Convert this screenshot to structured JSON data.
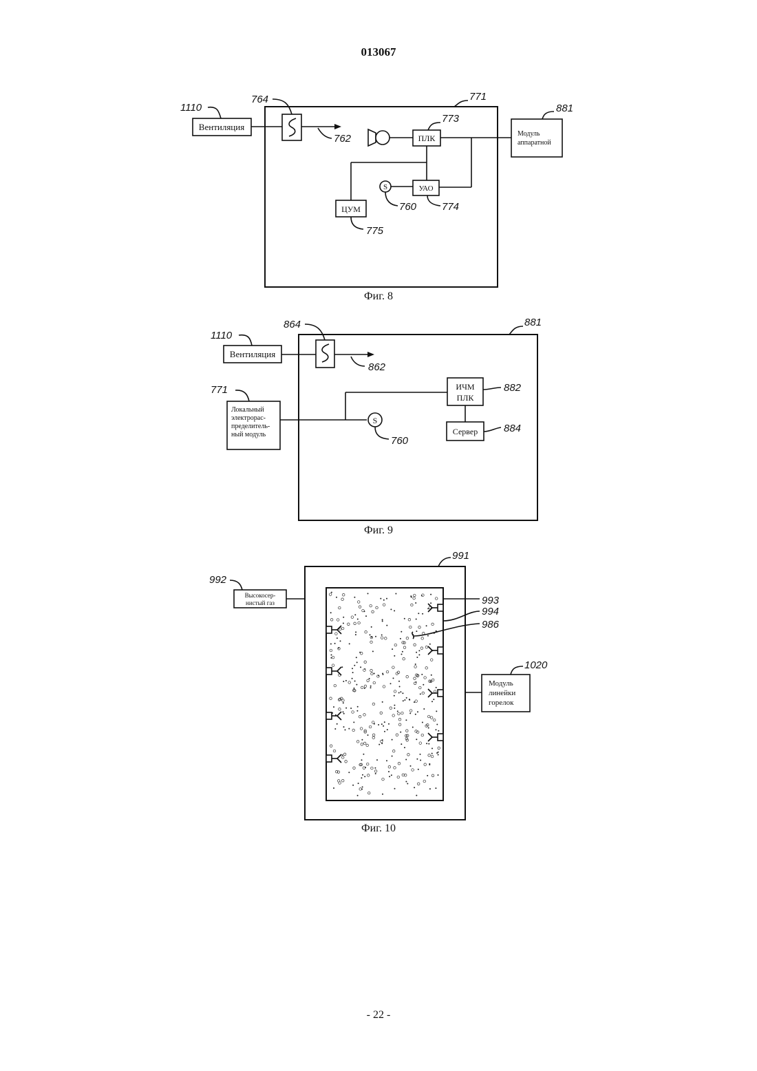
{
  "header": "013067",
  "page_number": "- 22 -",
  "fig8": {
    "caption": "Фиг. 8",
    "refs": {
      "r1110": "1110",
      "r764": "764",
      "r771": "771",
      "r773": "773",
      "r881": "881",
      "r762": "762",
      "r760": "760",
      "r774": "774",
      "r775": "775"
    },
    "boxes": {
      "ventilation": "Вентиляция",
      "plc": "ПЛК",
      "uao": "УАО",
      "cum": "ЦУМ",
      "module_1": "Модуль",
      "module_2": "аппаратной",
      "sensor": "S"
    }
  },
  "fig9": {
    "caption": "Фиг. 9",
    "refs": {
      "r1110": "1110",
      "r864": "864",
      "r881": "881",
      "r862": "862",
      "r771": "771",
      "r882": "882",
      "r884": "884",
      "r760": "760"
    },
    "boxes": {
      "ventilation": "Вентиляция",
      "local_1": "Локальный",
      "local_2": "электрорас-",
      "local_3": "пределитель-",
      "local_4": "ный модуль",
      "hmi_1": "ИЧМ",
      "hmi_2": "ПЛК",
      "server": "Сервер",
      "sensor": "S"
    }
  },
  "fig10": {
    "caption": "Фиг. 10",
    "refs": {
      "r991": "991",
      "r992": "992",
      "r993": "993",
      "r994": "994",
      "r986": "986",
      "r1020": "1020"
    },
    "boxes": {
      "gas_1": "Высокосер-",
      "gas_2": "нистый газ",
      "burner_1": "Модуль",
      "burner_2": "линейки",
      "burner_3": "горелок"
    }
  }
}
